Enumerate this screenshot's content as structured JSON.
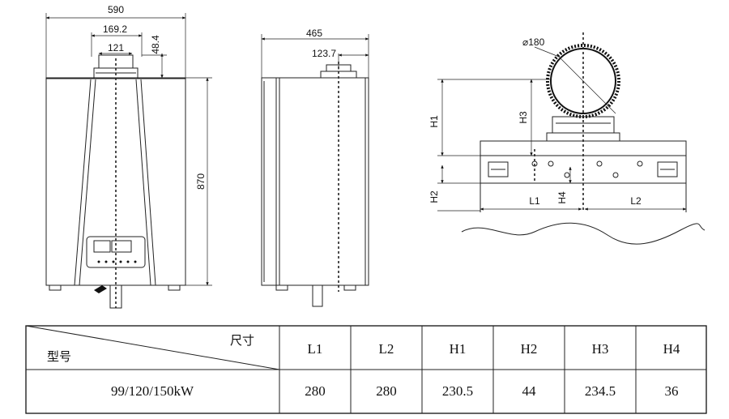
{
  "front_view": {
    "width_label": "590",
    "flue_width_label": "169.2",
    "flue_inner_label": "121",
    "flue_height_label": "48.4",
    "height_label": "870"
  },
  "side_view": {
    "depth_label": "465",
    "flue_offset_label": "123.7"
  },
  "detail_view": {
    "diameter_label": "⌀180",
    "h1_label": "H1",
    "h2_label": "H2",
    "h3_label": "H3",
    "h4_label": "H4",
    "l1_label": "L1",
    "l2_label": "L2"
  },
  "table": {
    "header_top_right": "尺寸",
    "header_bottom_left": "型号",
    "columns": [
      "L1",
      "L2",
      "H1",
      "H2",
      "H3",
      "H4"
    ],
    "rows": [
      {
        "model": "99/120/150kW",
        "values": [
          "280",
          "280",
          "230.5",
          "44",
          "234.5",
          "36"
        ]
      }
    ]
  }
}
